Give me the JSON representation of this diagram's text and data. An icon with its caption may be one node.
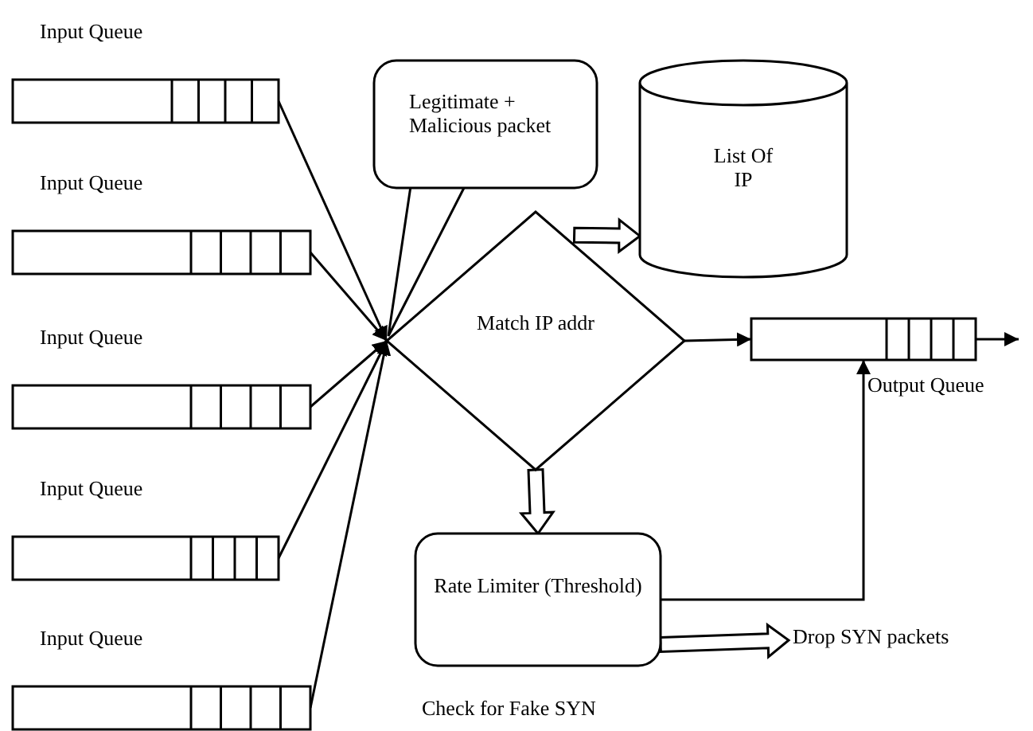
{
  "diagram": {
    "nodes": [
      {
        "text": [],
        "shape": "bar",
        "beside": [
          "Input Queue"
        ]
      },
      {
        "text": [],
        "shape": "bar",
        "beside": [
          "Input Queue"
        ]
      },
      {
        "text": [],
        "shape": "bar",
        "beside": [
          "Input Queue"
        ]
      },
      {
        "text": [],
        "shape": "bar",
        "beside": [
          "Input Queue"
        ]
      },
      {
        "text": [],
        "shape": "bar",
        "beside": [
          "Input Queue"
        ]
      },
      {
        "text": [
          "Legitimate + Malicious packet"
        ]
      },
      {
        "text": [
          "List Of IP"
        ]
      },
      {
        "text": [
          "Match IP addr"
        ]
      },
      {
        "text": [],
        "shape": "bar",
        "beside": [
          "Output Queue"
        ]
      },
      {
        "text": [
          "Rate Limiter (Threshold)"
        ],
        "beside": [
          "Check for Fake SYN"
        ]
      },
      {
        "text": [
          "Drop SYN packets"
        ]
      }
    ],
    "edges": [
      {
        "from": 0,
        "to": 7,
        "arrow": "to"
      },
      {
        "from": 1,
        "to": 7,
        "arrow": "to"
      },
      {
        "from": 2,
        "to": 7,
        "arrow": "to"
      },
      {
        "from": 3,
        "to": 7,
        "arrow": "to"
      },
      {
        "from": 4,
        "to": 7,
        "arrow": "to"
      },
      {
        "from": 7,
        "to": 6,
        "arrow": "to",
        "style": "thick"
      },
      {
        "from": 7,
        "to": 8,
        "arrow": "to"
      },
      {
        "from": 7,
        "to": 9,
        "arrow": "to",
        "style": "thick"
      },
      {
        "from": 9,
        "to": 8,
        "arrow": "to"
      },
      {
        "from": 9,
        "to": 10,
        "arrow": "to",
        "style": "thick"
      },
      {
        "from": 8,
        "to": null,
        "arrow": "to"
      }
    ]
  }
}
